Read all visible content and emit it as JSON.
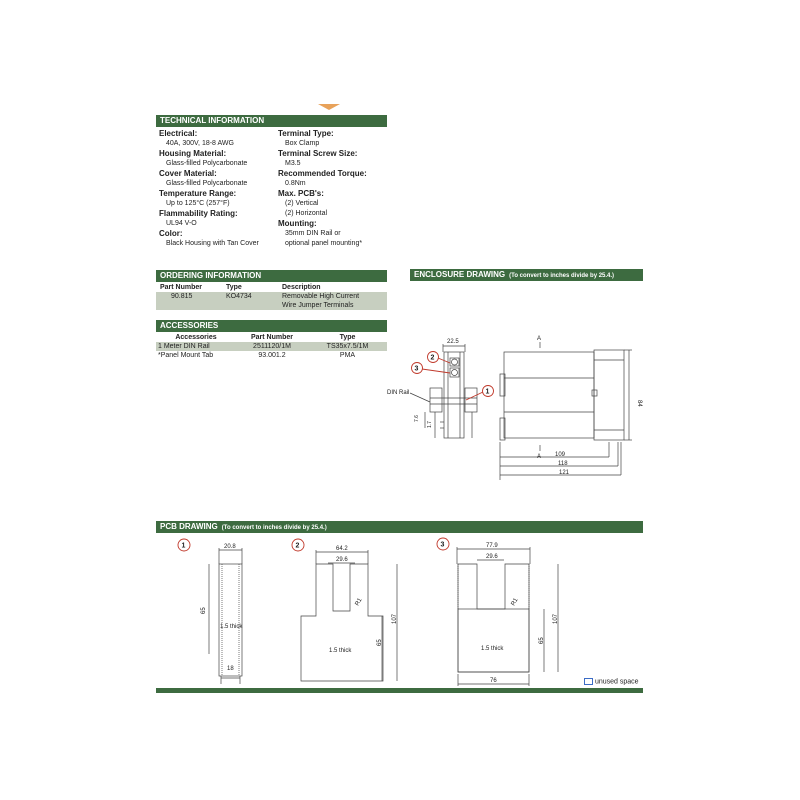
{
  "technical": {
    "title": "TECHNICAL INFORMATION",
    "left": [
      {
        "label": "Electrical:",
        "values": [
          "40A, 300V, 18-8 AWG"
        ]
      },
      {
        "label": "Housing Material:",
        "values": [
          "Glass-filled Polycarbonate"
        ]
      },
      {
        "label": "Cover Material:",
        "values": [
          "Glass-filled Polycarbonate"
        ]
      },
      {
        "label": "Temperature Range:",
        "values": [
          "Up to 125°C (257°F)"
        ]
      },
      {
        "label": "Flammability Rating:",
        "values": [
          "UL94 V-O"
        ]
      },
      {
        "label": "Color:",
        "values": [
          "Black Housing with Tan Cover"
        ]
      }
    ],
    "right": [
      {
        "label": "Terminal Type:",
        "values": [
          "Box Clamp"
        ]
      },
      {
        "label": "Terminal Screw Size:",
        "values": [
          "M3.5"
        ]
      },
      {
        "label": "Recommended Torque:",
        "values": [
          "0.8Nm"
        ]
      },
      {
        "label": "Max. PCB's:",
        "values": [
          "(2) Vertical",
          "(2) Horizontal"
        ]
      },
      {
        "label": "Mounting:",
        "values": [
          "35mm DIN Rail or",
          "optional panel mounting*"
        ]
      }
    ]
  },
  "ordering": {
    "title": "ORDERING INFORMATION",
    "headers": [
      "Part Number",
      "Type",
      "Description"
    ],
    "row": {
      "part": "90.815",
      "type": "KO4734",
      "desc1": "Removable High Current",
      "desc2": "Wire Jumper Terminals"
    }
  },
  "accessories": {
    "title": "ACCESSORIES",
    "headers": [
      "Accessories",
      "Part Number",
      "Type"
    ],
    "rows": [
      {
        "name": "1 Meter DIN Rail",
        "part": "2511120/1M",
        "type": "TS35x7.5/1M"
      },
      {
        "name": "*Panel Mount Tab",
        "part": "93.001.2",
        "type": "PMA"
      }
    ]
  },
  "enclosure": {
    "title": "ENCLOSURE DRAWING",
    "note": "(To convert to inches divide by 25.4.)",
    "dims": {
      "top": "22.5",
      "h1": "7.6",
      "h2": "1.7",
      "height": "84",
      "w1": "109",
      "w2": "118",
      "w3": "121",
      "section": "A"
    },
    "din_label": "DIN Rail",
    "callouts": [
      "1",
      "2",
      "3"
    ]
  },
  "pcb": {
    "title": "PCB DRAWING",
    "note": "(To convert to inches divide by 25.4.)",
    "one": {
      "num": "1",
      "top": "20.8",
      "bottom": "18",
      "height": "65",
      "thick": "1.5 thick"
    },
    "two": {
      "num": "2",
      "top": "64.2",
      "inner": "29.6",
      "radius": "R1",
      "h_short": "65",
      "h_tall": "107",
      "thick": "1.5 thick"
    },
    "three": {
      "num": "3",
      "top": "77.9",
      "inner": "29.6",
      "radius": "R1",
      "h_short": "65",
      "h_tall": "107",
      "bottom": "76",
      "thick": "1.5 thick"
    },
    "legend": "unused space"
  },
  "colors": {
    "section_bar": "#3d6b40",
    "row_shade": "#c7cfc0",
    "callout": "#c0392b",
    "arrow": "#e8a25a"
  }
}
